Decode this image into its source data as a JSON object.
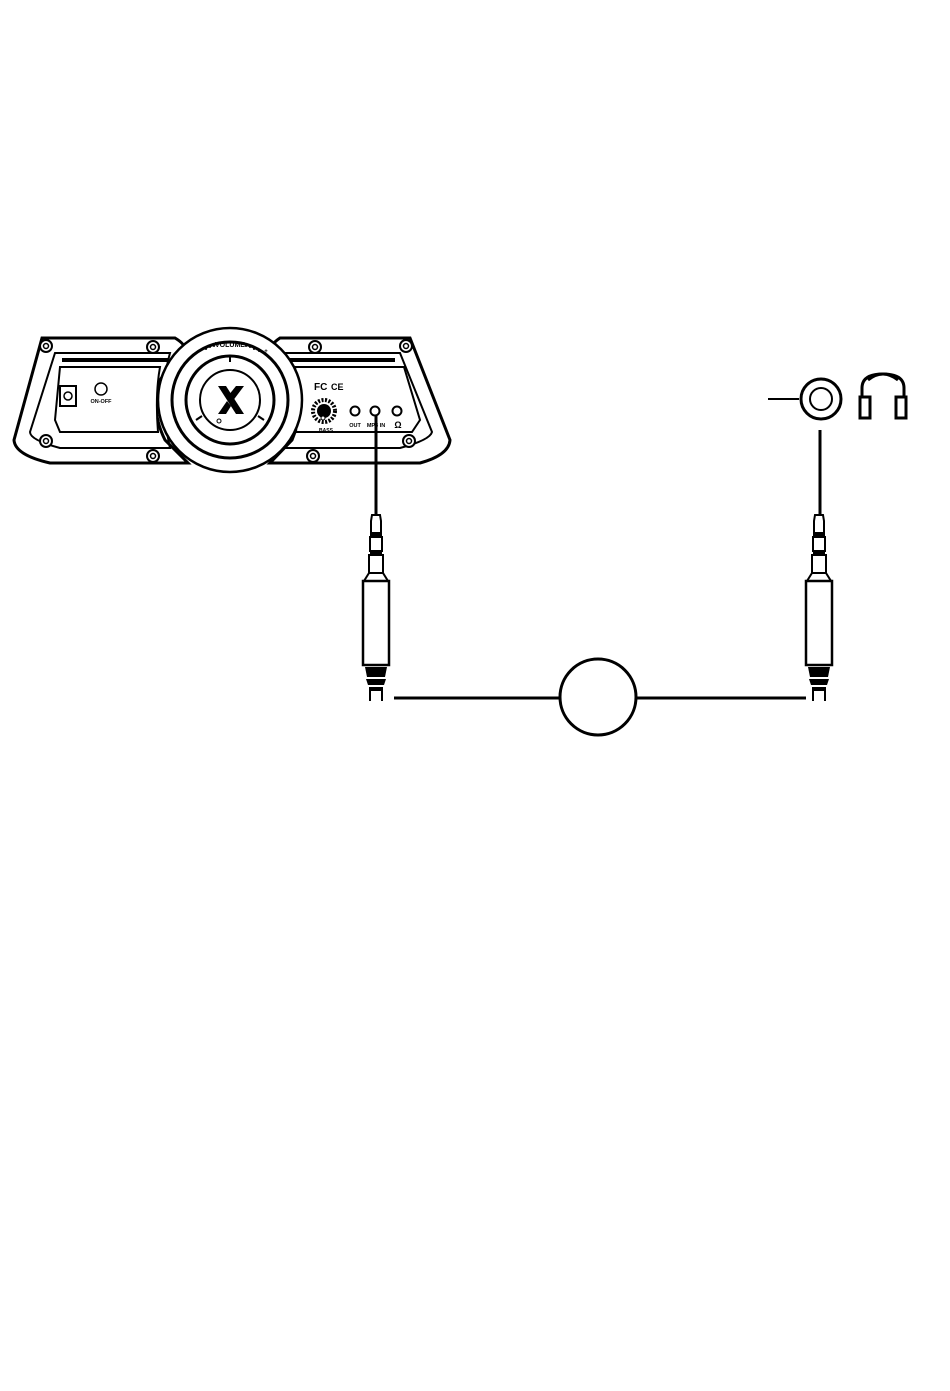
{
  "speaker_panel": {
    "volume_label": "VOLUME",
    "volume_min": "−",
    "volume_max": "+",
    "logo": "X",
    "power_label": "ON-OFF",
    "cert_fc": "FC",
    "cert_ce": "CE",
    "bass_label": "BASS",
    "out_label": "OUT",
    "mp3_in_label": "MP3 IN",
    "headphone_symbol": "Ω"
  },
  "icons": {
    "headphone_jack": "headphone-jack-icon",
    "headphones": "headphones-icon",
    "plug_left": "audio-plug-icon",
    "plug_right": "audio-plug-icon"
  },
  "colors": {
    "stroke": "#000000",
    "background": "#ffffff"
  }
}
